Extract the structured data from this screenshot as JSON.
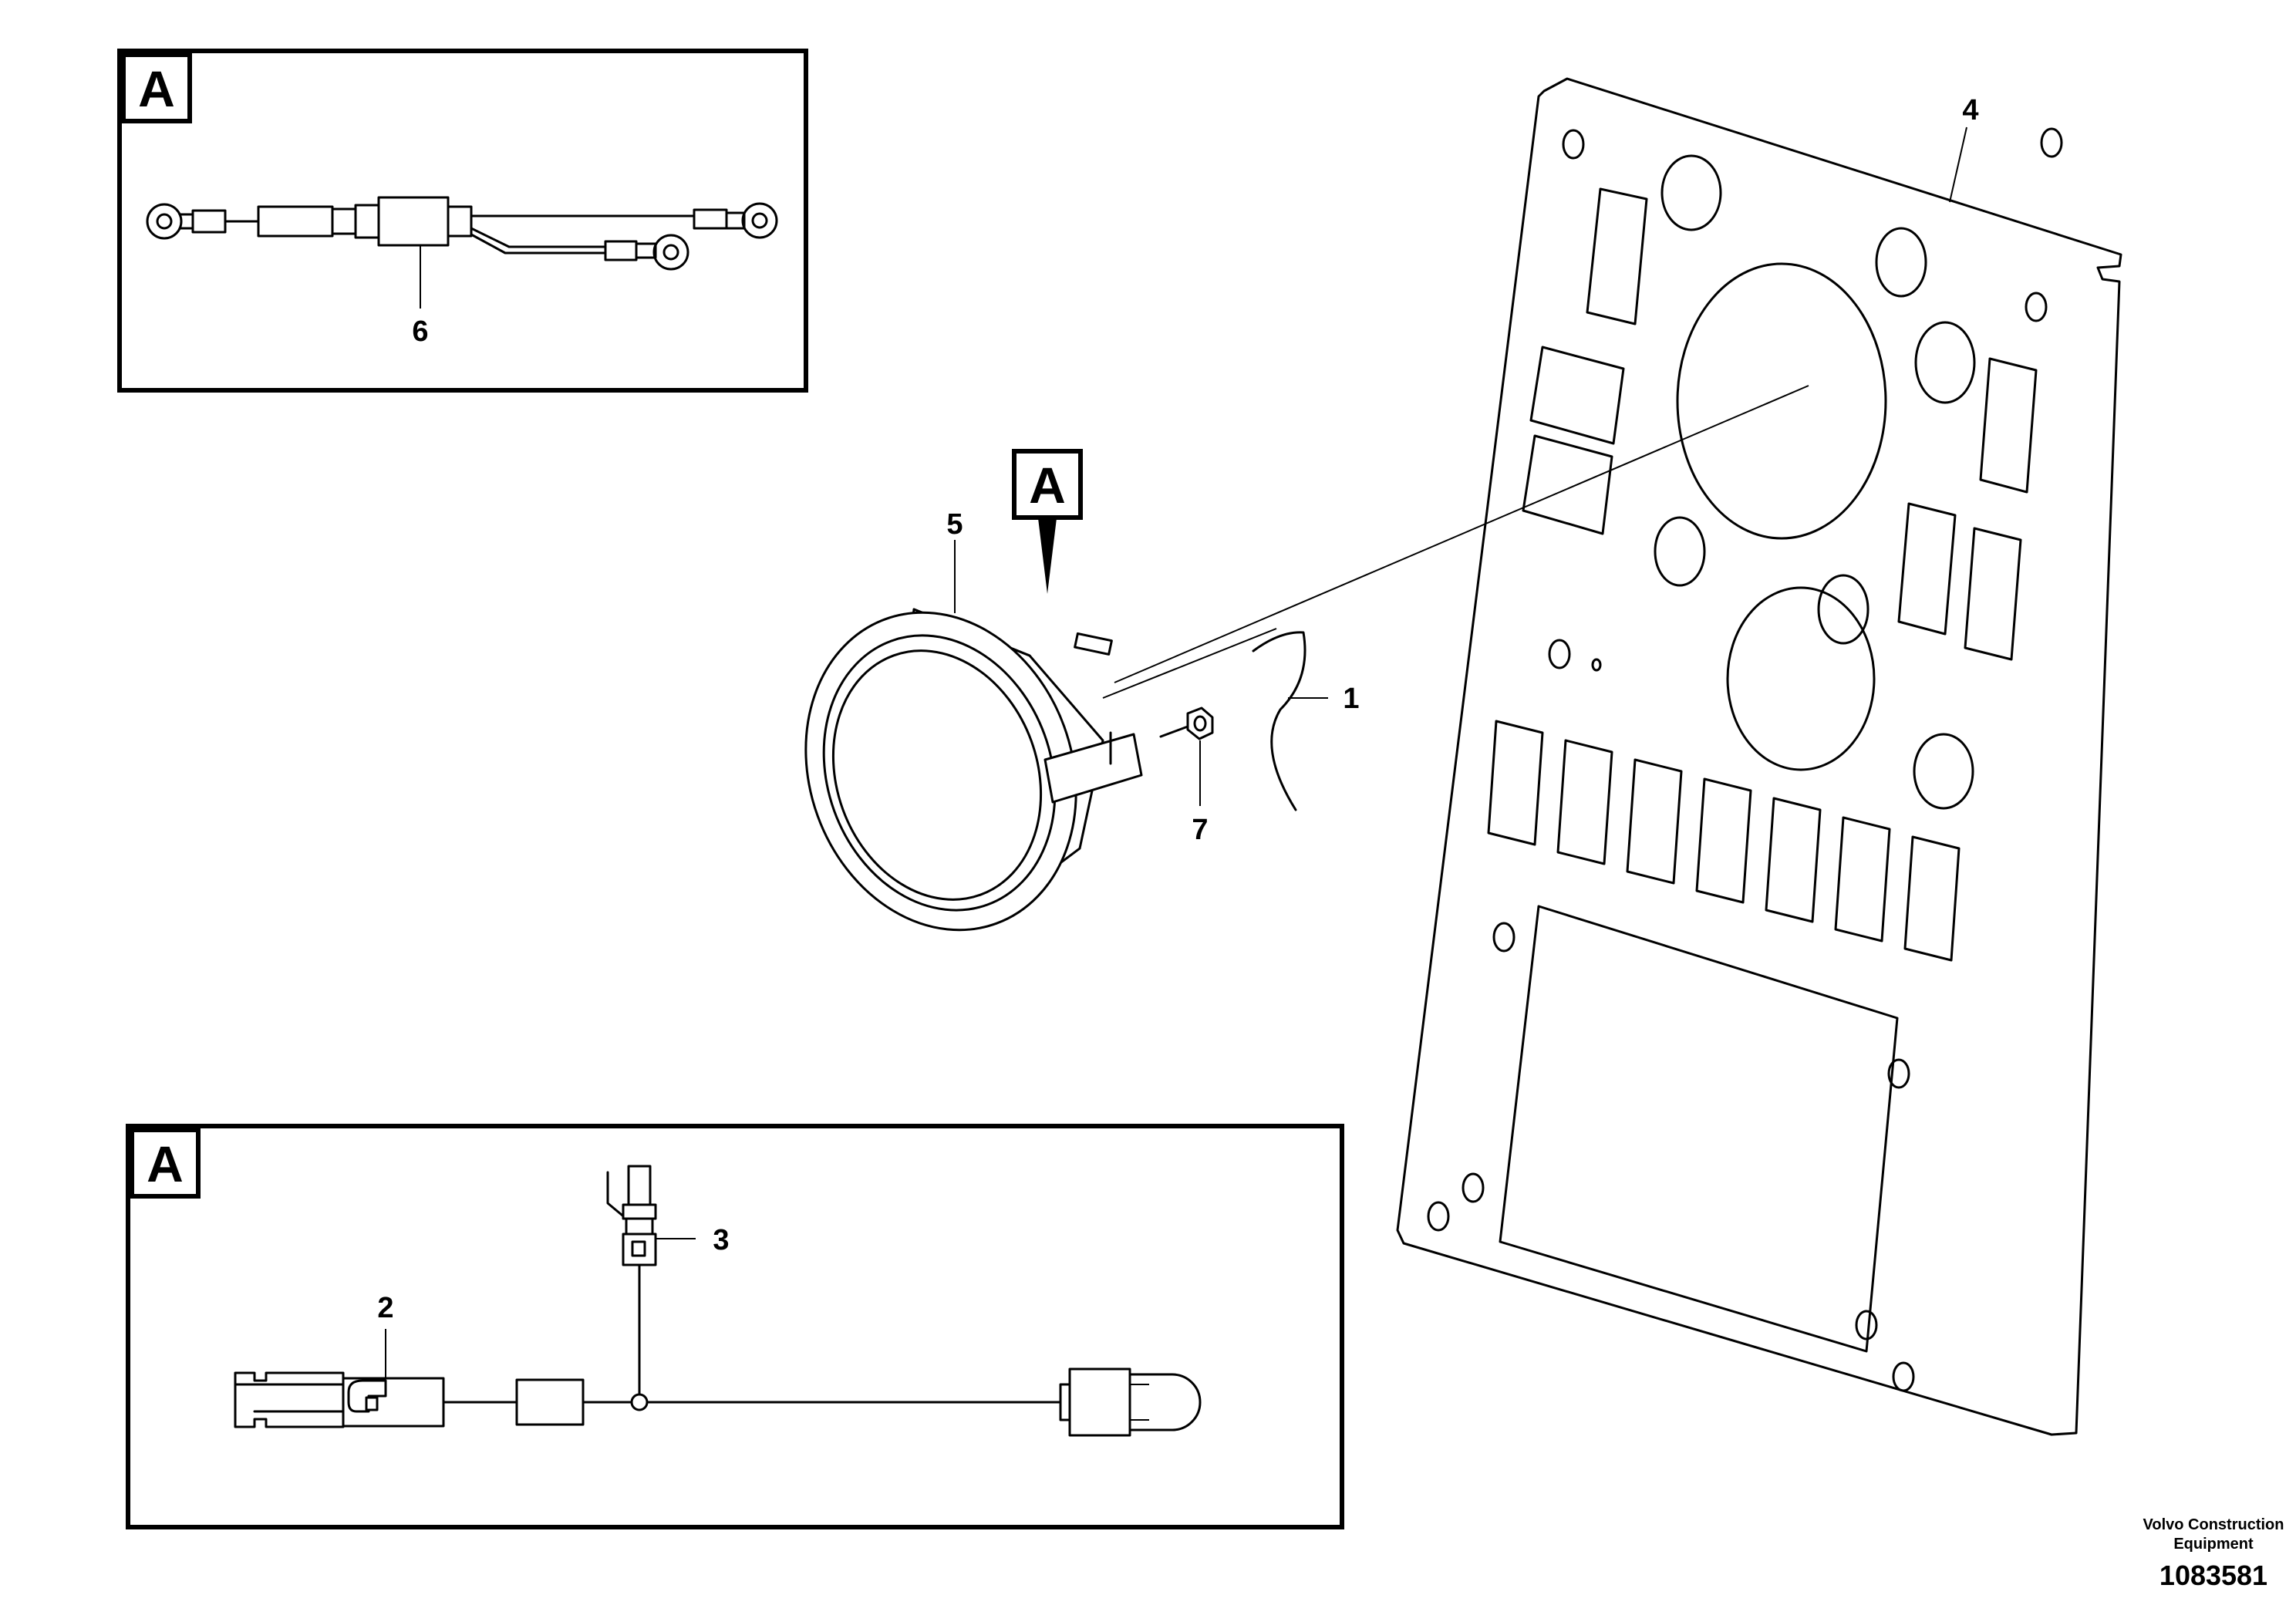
{
  "callouts": {
    "c1": "1",
    "c2": "2",
    "c3": "3",
    "c4": "4",
    "c5": "5",
    "c6": "6",
    "c7": "7"
  },
  "detail_marker": "A",
  "footer": {
    "brand_line1": "Volvo Construction",
    "brand_line2": "Equipment",
    "drawing_number": "1083581"
  }
}
